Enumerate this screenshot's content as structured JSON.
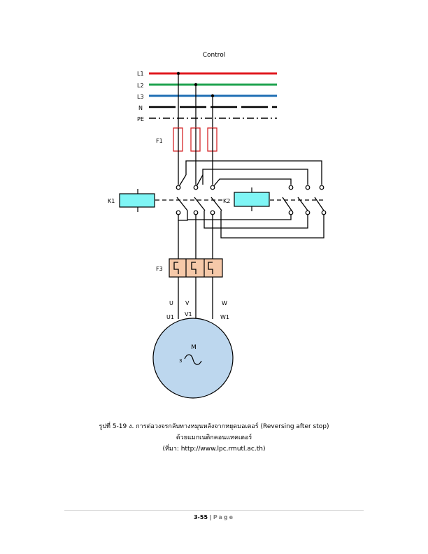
{
  "diagram": {
    "title": "Control",
    "lines": {
      "l1": "L1",
      "l2": "L2",
      "l3": "L3",
      "n": "N",
      "pe": "PE"
    },
    "colors": {
      "l1": "#e0191f",
      "l2": "#1fa34f",
      "l3": "#1f6fb4",
      "fuse": "#d62728",
      "coil": "#7ff5f5",
      "overload": "#f6c9a9",
      "motor": "#bdd7ee"
    },
    "fuse_label": "F1",
    "k1_label": "K1",
    "k2_label": "K2",
    "overload_label": "F3",
    "terminals": {
      "u": "U",
      "v": "V",
      "w": "W",
      "u1": "U1",
      "v1": "V1",
      "w1": "W1"
    },
    "motor": {
      "letter": "M",
      "phase": "3"
    }
  },
  "caption": {
    "line1": "รูปที่ 5-19 ง. การต่อวงจรกลับทางหมุนหลังจากหยุดมอเตอร์ (Reversing after stop)",
    "line2": "ด้วยแมกเนติกคอนแทคเตอร์",
    "line3": "(ที่มา: http://www.lpc.rmutl.ac.th)"
  },
  "footer": {
    "page_number": "3-55",
    "separator": "|",
    "page_word": "Page"
  }
}
